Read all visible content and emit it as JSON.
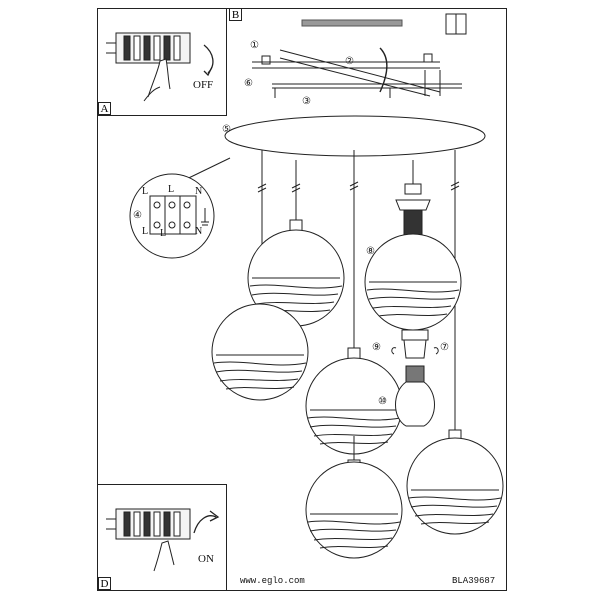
{
  "panels": {
    "a": {
      "letter": "A",
      "switch_label": "OFF"
    },
    "b": {
      "letter": "B"
    },
    "d": {
      "letter": "D",
      "switch_label": "ON"
    }
  },
  "terminal_labels": {
    "top": [
      "L",
      "L",
      "N"
    ],
    "bottom": [
      "L",
      "L",
      "N"
    ]
  },
  "step_numbers": {
    "s1": "①",
    "s2": "②",
    "s3": "③",
    "s4": "④",
    "s5": "⑤",
    "s6": "⑥",
    "s7": "⑦",
    "s8": "⑧",
    "s9": "⑨",
    "s10": "⑩"
  },
  "footer": {
    "website": "www.eglo.com",
    "code": "BLA39687"
  }
}
